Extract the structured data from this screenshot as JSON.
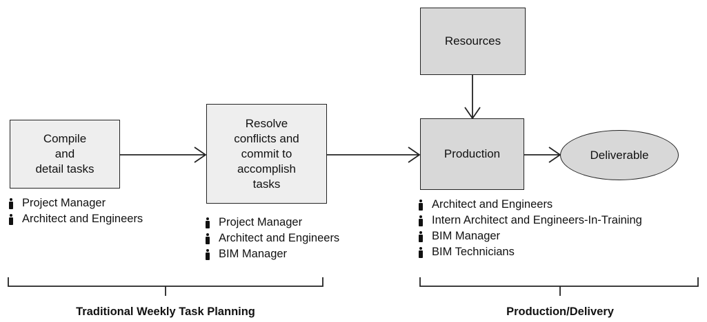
{
  "nodes": {
    "compile": "Compile\nand\ndetail tasks",
    "resolve": "Resolve\nconflicts and\ncommit to\naccomplish\ntasks",
    "resources": "Resources",
    "production": "Production",
    "deliverable": "Deliverable"
  },
  "roles": {
    "compile": [
      "Project Manager",
      "Architect and Engineers"
    ],
    "resolve": [
      "Project Manager",
      "Architect and Engineers",
      "BIM Manager"
    ],
    "production": [
      "Architect and Engineers",
      "Intern Architect and Engineers-In-Training",
      "BIM Manager",
      "BIM Technicians"
    ]
  },
  "groups": {
    "planning": "Traditional Weekly Task Planning",
    "delivery": "Production/Delivery"
  },
  "colors": {
    "light_box": "#eeeeee",
    "dark_box": "#d8d8d8",
    "stroke": "#222222"
  },
  "icons": {
    "role_marker": "person-icon"
  }
}
